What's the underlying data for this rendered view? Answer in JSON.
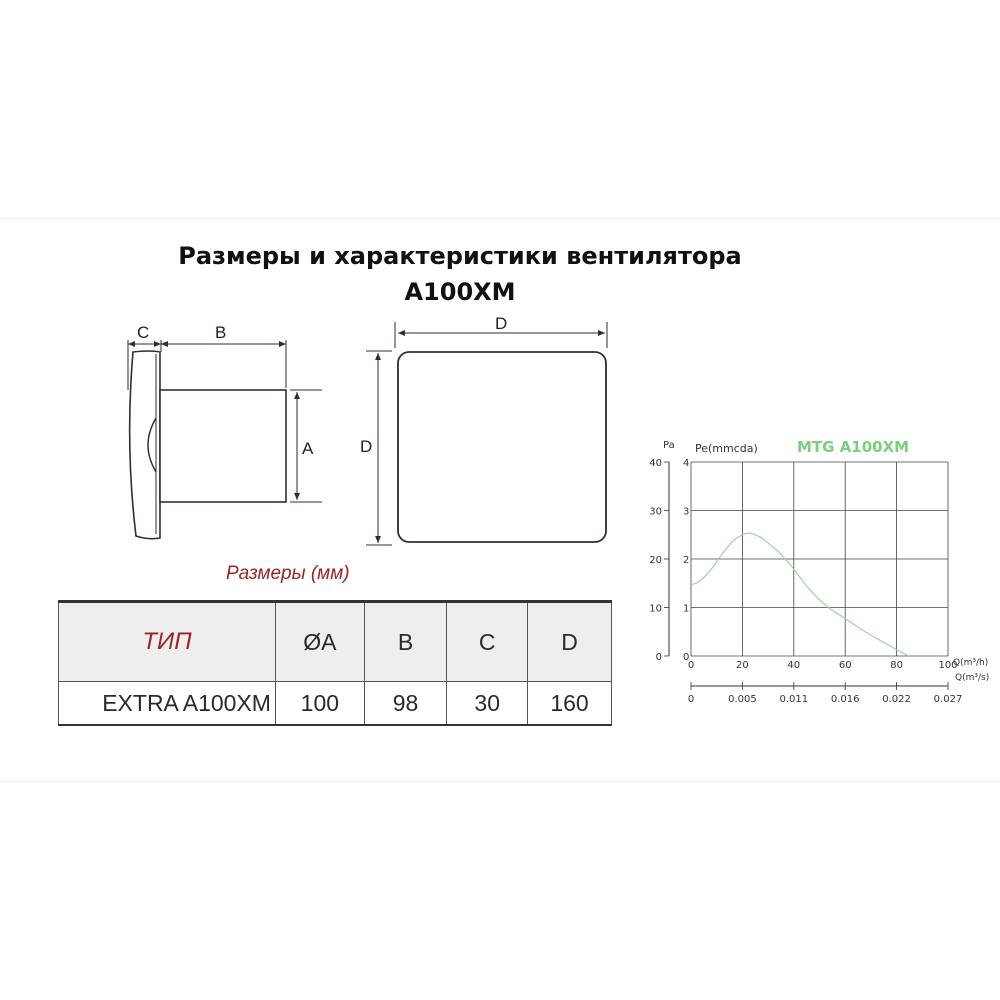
{
  "title": {
    "line1": "Размеры и характеристики вентилятора",
    "line2": "A100XM"
  },
  "drawing": {
    "labels": {
      "c": "C",
      "b": "B",
      "a": "A",
      "d_top": "D",
      "d_side": "D"
    }
  },
  "dimensions": {
    "caption": "Размеры (мм)",
    "headers": [
      "ТИП",
      "ØA",
      "B",
      "C",
      "D"
    ],
    "row": [
      "EXTRA A100XM",
      "100",
      "98",
      "30",
      "160"
    ]
  },
  "chart_data": {
    "type": "line",
    "title": "MTG A100XM",
    "title_color": "#7ccf7a",
    "curve_color": "#9ed49b",
    "left_axis_label": "Pa",
    "right_axis_label": "Pe(mmcda)",
    "pa_ticks": [
      "40",
      "30",
      "20",
      "10",
      "0"
    ],
    "mmcda_ticks": [
      "4",
      "3",
      "2",
      "1",
      "0"
    ],
    "x_ticks": [
      "0",
      "20",
      "40",
      "60",
      "80",
      "100"
    ],
    "x_label": "Q(m³/h)",
    "x2_ticks": [
      "0",
      "0.005",
      "0.011",
      "0.016",
      "0.022",
      "0.027"
    ],
    "x2_label": "Q(m³/s)",
    "xlim": [
      0,
      100
    ],
    "ylim": [
      0,
      40
    ],
    "grid": true,
    "series": [
      {
        "x": [
          0,
          2,
          5,
          8,
          11,
          14,
          17,
          20,
          22,
          24,
          27,
          30,
          34,
          38,
          42,
          46,
          50,
          54,
          58,
          62,
          66,
          70,
          74,
          78,
          81,
          84
        ],
        "y": [
          14.8,
          15.0,
          16.2,
          18.0,
          20.2,
          22.3,
          24.0,
          25.0,
          25.3,
          25.2,
          24.5,
          23.3,
          21.5,
          19.2,
          16.5,
          13.8,
          11.6,
          9.8,
          8.4,
          7.0,
          5.6,
          4.3,
          3.1,
          1.9,
          1.0,
          0.2
        ]
      }
    ]
  }
}
